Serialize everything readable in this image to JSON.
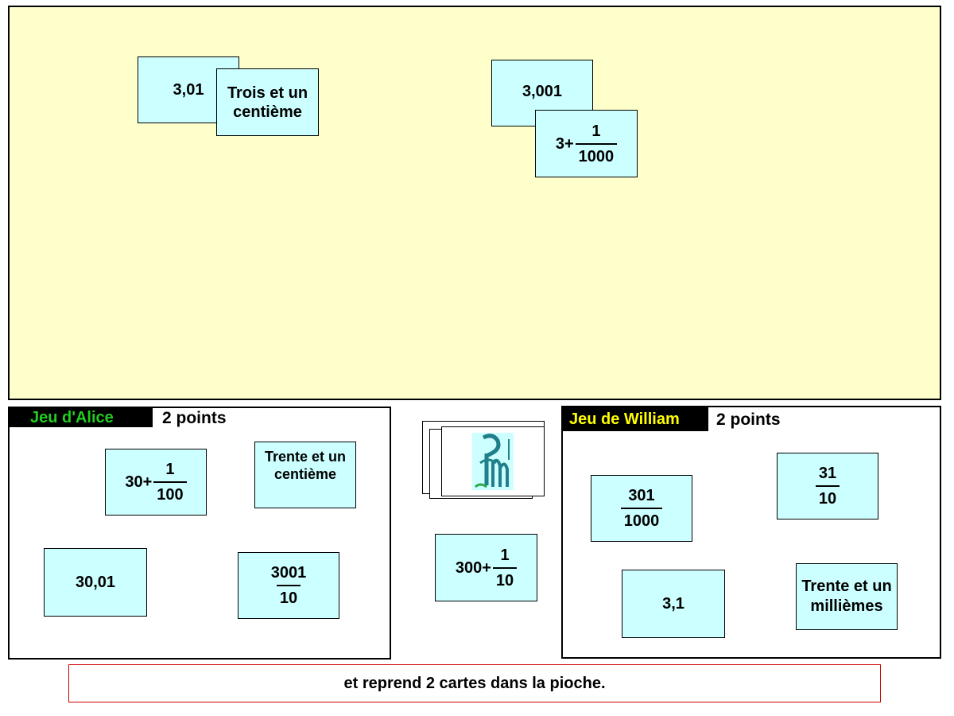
{
  "board": {
    "cards": {
      "c301": "3,01",
      "trois_centieme": "Trois et un centième",
      "c3001": "3,001",
      "three_plus": {
        "whole": "3+",
        "num": "1",
        "den": "1000"
      }
    }
  },
  "alice": {
    "title": "Jeu d'Alice",
    "title_color": "#22cc22",
    "points": "2 points",
    "cards": {
      "thirty_plus": {
        "whole": "30+",
        "num": "1",
        "den": "100"
      },
      "trente_centieme": "Trente et un centième",
      "c3001_dec": "30,01",
      "frac3001": {
        "num": "3001",
        "den": "10"
      }
    }
  },
  "william": {
    "title": "Jeu de William",
    "title_color": "#ffff00",
    "points": "2 points",
    "cards": {
      "frac301": {
        "num": "301",
        "den": "1000"
      },
      "frac31": {
        "num": "31",
        "den": "10"
      },
      "c31": "3,1",
      "trente_milliemes": "Trente et un millièmes"
    }
  },
  "pile": {
    "logo_icon": "apmep-logo-icon",
    "drawn_card": {
      "whole": "300+",
      "num": "1",
      "den": "10"
    }
  },
  "message": "et reprend 2 cartes dans la pioche.",
  "colors": {
    "card": "#ccffff",
    "board": "#ffffcc",
    "message_border": "#cc0000"
  }
}
